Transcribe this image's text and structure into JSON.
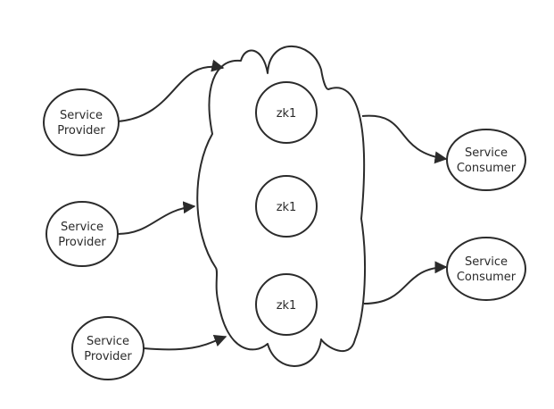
{
  "diagram": {
    "providers": [
      {
        "line1": "Service",
        "line2": "Provider"
      },
      {
        "line1": "Service",
        "line2": "Provider"
      },
      {
        "line1": "Service",
        "line2": "Provider"
      }
    ],
    "zk_nodes": [
      {
        "label": "zk1"
      },
      {
        "label": "zk1"
      },
      {
        "label": "zk1"
      }
    ],
    "consumers": [
      {
        "line1": "Service",
        "line2": "Consumer"
      },
      {
        "line1": "Service",
        "line2": "Consumer"
      }
    ],
    "colors": {
      "stroke": "#2b2b2b",
      "fill": "#ffffff"
    }
  }
}
